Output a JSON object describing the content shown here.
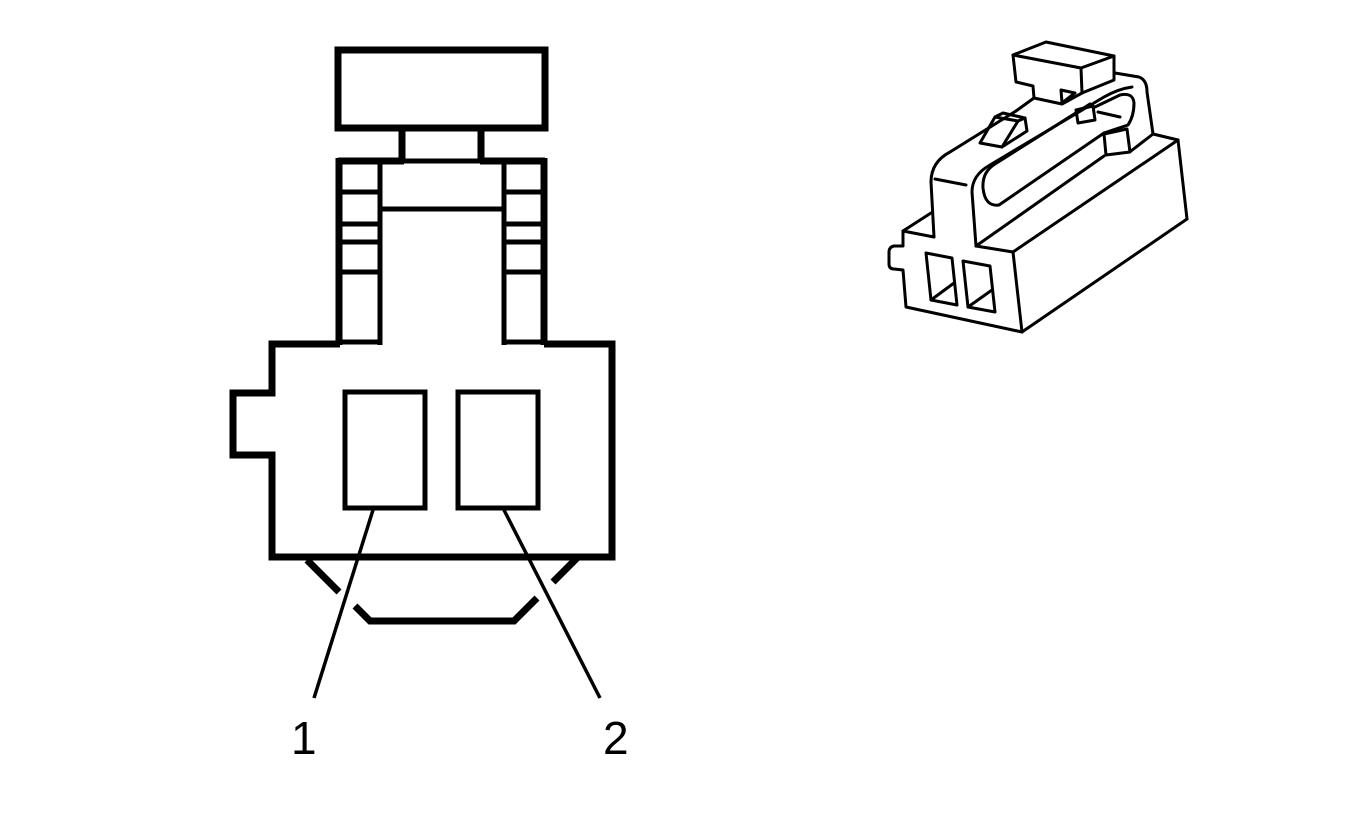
{
  "diagram": {
    "type": "connector-end-view",
    "description_visible": "Two-cavity electrical connector: face view with numbered terminal cavities and isometric view",
    "views": [
      {
        "name": "face-view",
        "cavities": 2
      },
      {
        "name": "isometric-view",
        "cavities": 2
      }
    ],
    "callouts": [
      {
        "id": "1",
        "label": "1",
        "target": "cavity-1"
      },
      {
        "id": "2",
        "label": "2",
        "target": "cavity-2"
      }
    ],
    "colors": {
      "line": "#000000",
      "background": "#ffffff"
    }
  }
}
